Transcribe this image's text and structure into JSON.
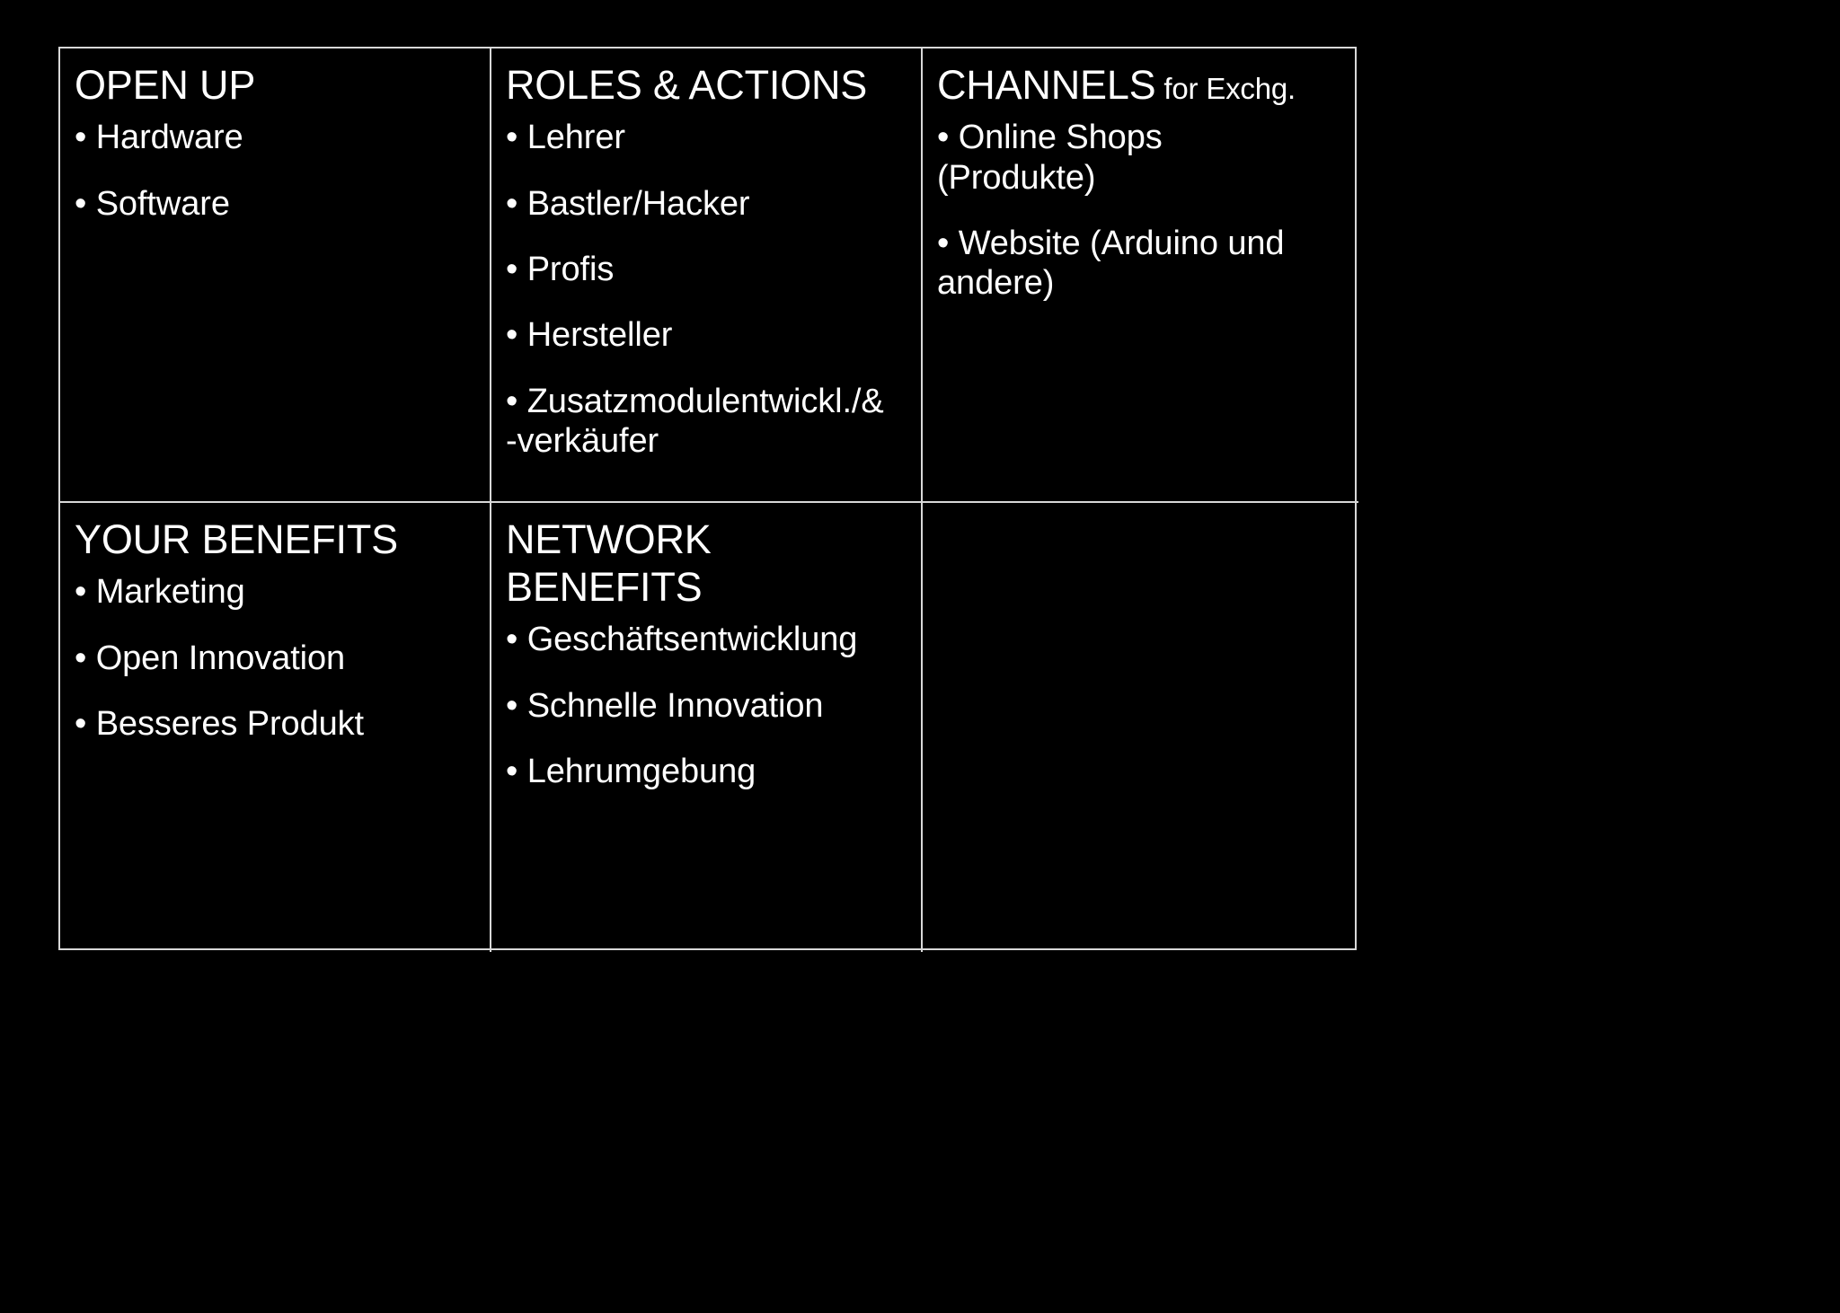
{
  "slide": {
    "background_color": "#000000",
    "text_color": "#ffffff",
    "border_color": "#d8d8d8",
    "bullet_marker": "•"
  },
  "matrix": {
    "cells": [
      {
        "id": "open-up",
        "title": "OPEN UP",
        "title_suffix": "",
        "items": [
          "Hardware",
          "Software"
        ]
      },
      {
        "id": "roles-actions",
        "title": "ROLES & ACTIONS",
        "title_suffix": "",
        "items": [
          "Lehrer",
          "Bastler/Hacker",
          "Profis",
          "Hersteller",
          "Zusatzmodulentwickl./&\n-verkäufer"
        ]
      },
      {
        "id": "channels",
        "title": "CHANNELS",
        "title_suffix": " for Exchg.",
        "items": [
          "Online Shops\n(Produkte)",
          "Website (Arduino und\nandere)"
        ]
      },
      {
        "id": "your-benefits",
        "title": "YOUR BENEFITS",
        "title_suffix": "",
        "items": [
          "Marketing",
          "Open Innovation",
          "Besseres Produkt"
        ]
      },
      {
        "id": "network-benefits",
        "title": "NETWORK\nBENEFITS",
        "title_suffix": "",
        "items": [
          "Geschäftsentwicklung",
          "Schnelle Innovation",
          "Lehrumgebung"
        ]
      },
      {
        "id": "empty",
        "title": "",
        "title_suffix": "",
        "items": []
      }
    ]
  }
}
